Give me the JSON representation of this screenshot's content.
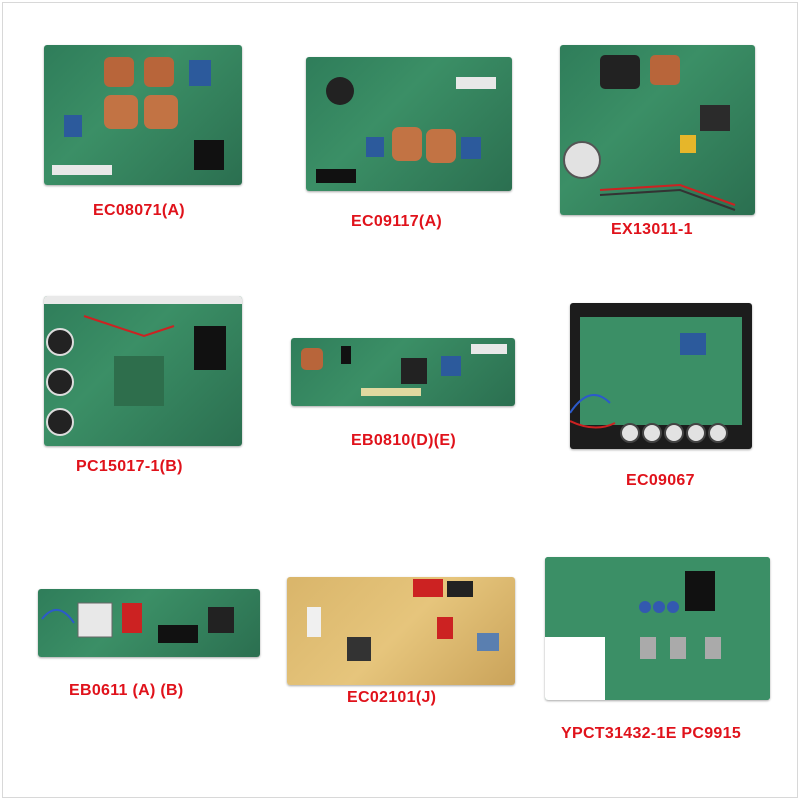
{
  "boards": [
    {
      "label": "EC08071(A)",
      "pcb_color": "#3b8f66"
    },
    {
      "label": "EC09117(A)",
      "pcb_color": "#3b8f66"
    },
    {
      "label": "EX13011-1",
      "pcb_color": "#3b8f66"
    },
    {
      "label": "PC15017-1(B)",
      "pcb_color": "#3b8f66"
    },
    {
      "label": "EB0810(D)(E)",
      "pcb_color": "#3b8f66"
    },
    {
      "label": "EC09067",
      "pcb_color": "#3b8f66"
    },
    {
      "label": "EB0611 (A) (B)",
      "pcb_color": "#3b8f66"
    },
    {
      "label": "EC02101(J)",
      "pcb_color": "#e6c57c"
    },
    {
      "label": "YPCT31432-1E PC9915",
      "pcb_color": "#3b8f66"
    }
  ],
  "label_color": "#e0121b"
}
